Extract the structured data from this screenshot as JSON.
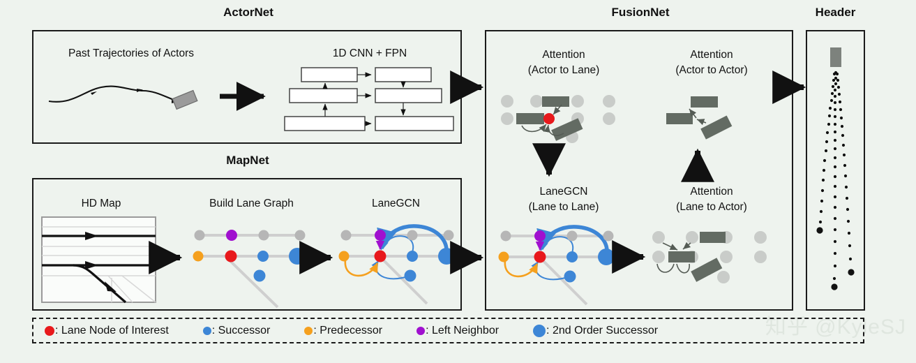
{
  "figure": {
    "background": "#eef3ee",
    "stroke": "#1a1a1a",
    "watermark": "知乎 @KyleSJ"
  },
  "sections": {
    "actornet": {
      "title": "ActorNet",
      "sub_left": "Past Trajectories of Actors",
      "sub_right": "1D CNN + FPN"
    },
    "mapnet": {
      "title": "MapNet",
      "sub_1": "HD Map",
      "sub_2": "Build Lane Graph",
      "sub_3": "LaneGCN"
    },
    "fusionnet": {
      "title": "FusionNet",
      "block_1_line1": "Attention",
      "block_1_line2": "(Actor to Lane)",
      "block_2_line1": "Attention",
      "block_2_line2": "(Actor to Actor)",
      "block_3_line1": "LaneGCN",
      "block_3_line2": "(Lane to Lane)",
      "block_4_line1": "Attention",
      "block_4_line2": "(Lane to Actor)"
    },
    "header": {
      "title": "Header"
    }
  },
  "legend": {
    "items": [
      {
        "color": "#e8191c",
        "radius": 7,
        "label": ": Lane Node of Interest"
      },
      {
        "color": "#3d86d6",
        "radius": 6,
        "label": ": Successor"
      },
      {
        "color": "#f5a01e",
        "radius": 6,
        "label": ": Predecessor"
      },
      {
        "color": "#a010cf",
        "radius": 6,
        "label": ": Left Neighbor"
      },
      {
        "color": "#3d86d6",
        "radius": 9,
        "label": ": 2nd Order Successor"
      }
    ]
  },
  "colors": {
    "node_interest": "#e8191c",
    "successor": "#3d86d6",
    "predecessor": "#f5a01e",
    "left_neighbor": "#a010cf",
    "second_order": "#3d86d6",
    "lane_gray": "#b6b6b6",
    "actor_gray": "#636b63",
    "edge_gray": "#cfcfcf"
  },
  "chart_data": {
    "type": "diagram",
    "title": "LaneGCN architecture overview",
    "panels": [
      "ActorNet",
      "MapNet",
      "FusionNet",
      "Header"
    ],
    "lane_graph_nodes": [
      {
        "row": "top",
        "index": 0,
        "type": "other",
        "color": "#b6b6b6",
        "r": 7
      },
      {
        "row": "top",
        "index": 1,
        "type": "left_neighbor",
        "color": "#a010cf",
        "r": 7
      },
      {
        "row": "top",
        "index": 2,
        "type": "other",
        "color": "#b6b6b6",
        "r": 7
      },
      {
        "row": "top",
        "index": 3,
        "type": "other",
        "color": "#b6b6b6",
        "r": 7
      },
      {
        "row": "mid",
        "index": 0,
        "type": "predecessor",
        "color": "#f5a01e",
        "r": 7
      },
      {
        "row": "mid",
        "index": 1,
        "type": "node_of_interest",
        "color": "#e8191c",
        "r": 8
      },
      {
        "row": "mid",
        "index": 2,
        "type": "successor",
        "color": "#3d86d6",
        "r": 7
      },
      {
        "row": "mid",
        "index": 3,
        "type": "second_order_successor",
        "color": "#3d86d6",
        "r": 11
      },
      {
        "row": "branch",
        "index": 0,
        "type": "successor",
        "color": "#3d86d6",
        "r": 8
      }
    ]
  }
}
